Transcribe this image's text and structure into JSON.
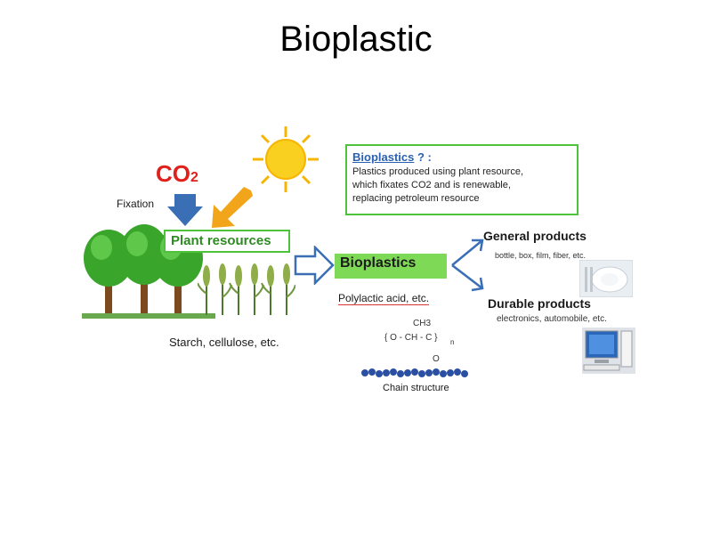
{
  "title": "Bioplastic",
  "labels": {
    "co2": "CO",
    "co2_sub": "2",
    "fixation": "Fixation",
    "plant_resources": "Plant resources",
    "starch": "Starch, cellulose,  etc.",
    "bioplastics_box": "Bioplastics",
    "polylactic": "Polylactic acid, etc.",
    "chain": "Chain structure",
    "formula_ch3": "CH3",
    "formula_main": "{ O - CH  - C }",
    "formula_n": "n",
    "formula_o": "O"
  },
  "definition": {
    "term": "Bioplastics",
    "mark": " ? :",
    "line1": "Plastics produced  using  plant resource,",
    "line2": "which fixates  CO2  and is renewable,",
    "line3": "replacing petroleum resource"
  },
  "products": {
    "general_title": "General products",
    "general_sub": "bottle, box, film, fiber, etc.",
    "durable_title": "Durable products",
    "durable_sub": "electronics, automobile, etc."
  },
  "colors": {
    "co2": "#e0201b",
    "green_border": "#4fc23c",
    "bio_fill": "#7ed957",
    "blue_arrow": "#3a6fb5",
    "orange_arrow": "#f2a51a",
    "chain": "#2b4fa3",
    "sun": "#f9d01f"
  }
}
